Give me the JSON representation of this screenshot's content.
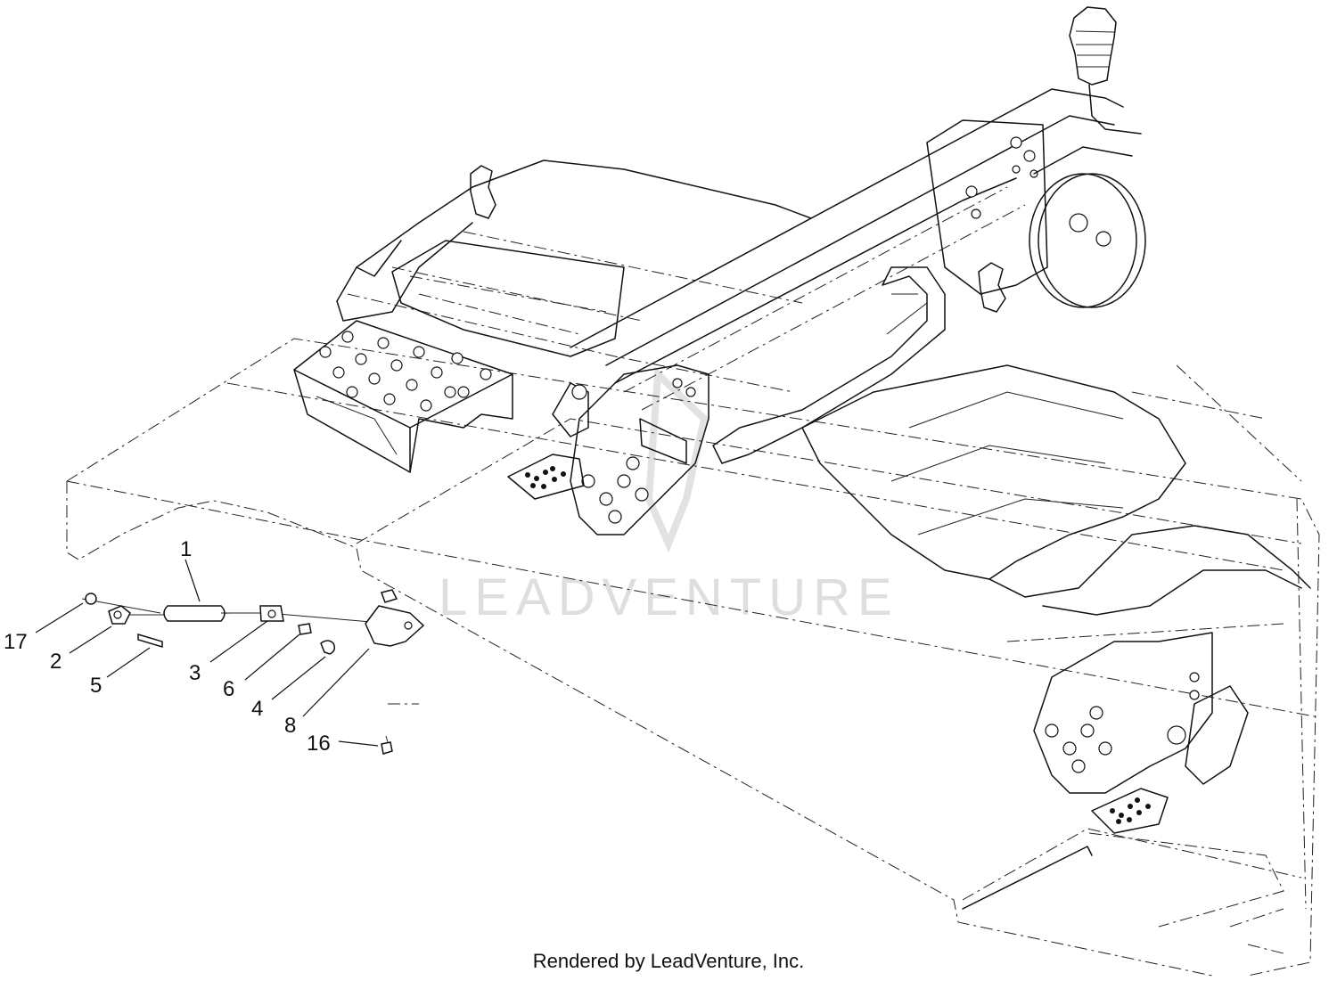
{
  "diagram": {
    "callouts": [
      {
        "id": "c1",
        "label": "1"
      },
      {
        "id": "c17",
        "label": "17"
      },
      {
        "id": "c2",
        "label": "2"
      },
      {
        "id": "c5",
        "label": "5"
      },
      {
        "id": "c3",
        "label": "3"
      },
      {
        "id": "c6",
        "label": "6"
      },
      {
        "id": "c4",
        "label": "4"
      },
      {
        "id": "c8",
        "label": "8"
      },
      {
        "id": "c16",
        "label": "16"
      }
    ],
    "watermark": "LEADVENTURE"
  },
  "footer": {
    "text": "Rendered by LeadVenture, Inc."
  }
}
